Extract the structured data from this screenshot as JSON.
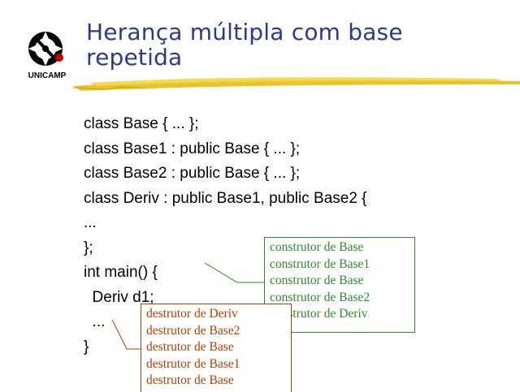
{
  "title": {
    "line1": "Herança múltipla com base",
    "line2": "repetida"
  },
  "logo": {
    "text": "UNICAMP"
  },
  "code_lines": [
    "class Base { ... };",
    "class Base1 : public Base { ... };",
    "class Base2 : public Base { ... };",
    "class Deriv : public Base1, public Base2 {",
    "...",
    "};",
    "int main() {",
    "  Deriv d1;",
    "  ...",
    "}"
  ],
  "constructor_callout": {
    "color": "#2e8b2e",
    "entries": [
      "construtor de Base",
      "construtor de Base1",
      "construtor de Base",
      "construtor de Base2",
      "construtor de Deriv"
    ]
  },
  "destructor_callout": {
    "color": "#b34000",
    "entries": [
      "destrutor de Deriv",
      "destrutor de Base2",
      "destrutor de Base",
      "destrutor de Base1",
      "destrutor de Base"
    ]
  }
}
